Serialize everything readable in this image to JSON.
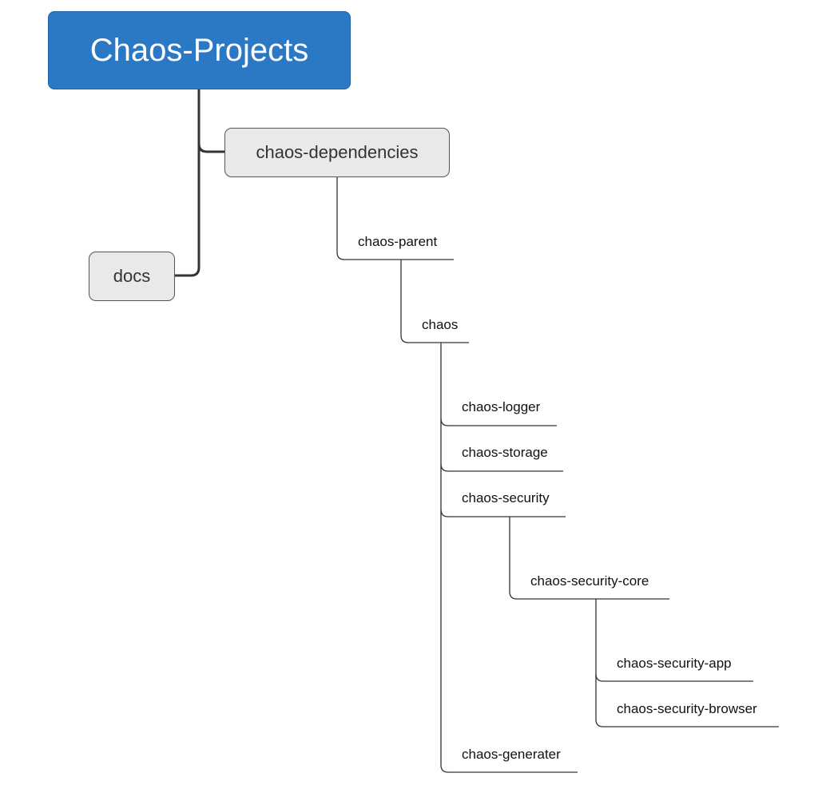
{
  "diagram": {
    "root": "Chaos-Projects",
    "branches": {
      "dependencies": "chaos-dependencies",
      "docs": "docs"
    },
    "nodes": {
      "parent": "chaos-parent",
      "chaos": "chaos",
      "logger": "chaos-logger",
      "storage": "chaos-storage",
      "security": "chaos-security",
      "security_core": "chaos-security-core",
      "security_app": "chaos-security-app",
      "security_browser": "chaos-security-browser",
      "generater": "chaos-generater"
    }
  }
}
